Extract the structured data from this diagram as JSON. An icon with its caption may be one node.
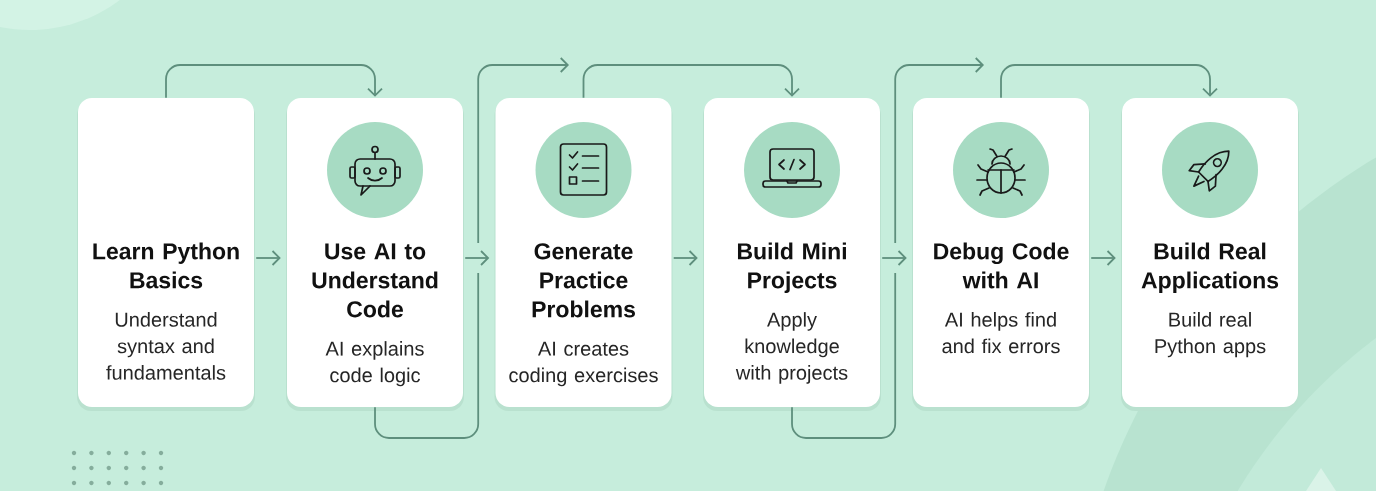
{
  "diagram": {
    "nodes": [
      {
        "text": [
          "Learn Python Basics",
          "Understand syntax and fundamentals"
        ]
      },
      {
        "text": [
          "Use AI to Understand Code",
          "AI explains code logic"
        ]
      },
      {
        "text": [
          "Generate Practice Problems",
          "AI creates coding exercises"
        ]
      },
      {
        "text": [
          "Build Mini Projects",
          "Apply knowledge with projects"
        ]
      },
      {
        "text": [
          "Debug Code with AI",
          "AI helps find and fix errors"
        ]
      },
      {
        "text": [
          "Build Real Applications",
          "Build real Python apps"
        ]
      }
    ],
    "edges": [
      {
        "from": 0,
        "to": 1,
        "arrow": "to"
      },
      {
        "from": 1,
        "to": 2,
        "arrow": "to"
      },
      {
        "from": 2,
        "to": 3,
        "arrow": "to"
      },
      {
        "from": 3,
        "to": 4,
        "arrow": "to"
      },
      {
        "from": 4,
        "to": 5,
        "arrow": "to"
      },
      {
        "from": 0,
        "to": 1,
        "arrow": "to"
      },
      {
        "from": 1,
        "to": null,
        "arrow": "to"
      },
      {
        "from": 2,
        "to": 3,
        "arrow": "to"
      },
      {
        "from": 3,
        "to": null,
        "arrow": "to"
      },
      {
        "from": 4,
        "to": 5,
        "arrow": "to"
      }
    ]
  }
}
